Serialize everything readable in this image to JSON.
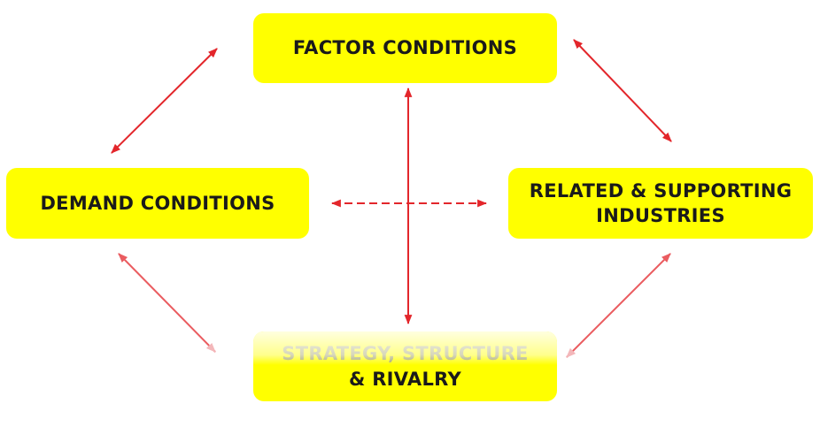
{
  "diagram": {
    "boxes": {
      "factor": "FACTOR CONDITIONS",
      "demand": "DEMAND CONDITIONS",
      "related_line1": "RELATED & SUPPORTING",
      "related_line2": "INDUSTRIES",
      "strategy_line1": "STRATEGY, STRUCTURE",
      "strategy_line2": "& RIVALRY"
    },
    "colors": {
      "box_fill": "#ffff00",
      "arrow": "#e3262b",
      "text": "#1a1a1a"
    }
  }
}
